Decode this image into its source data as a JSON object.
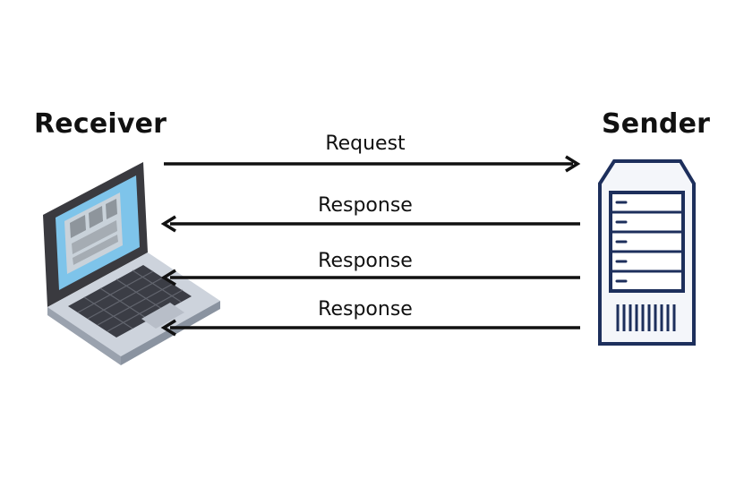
{
  "receiver": {
    "label": "Receiver",
    "icon": "laptop-icon"
  },
  "sender": {
    "label": "Sender",
    "icon": "server-icon"
  },
  "messages": [
    {
      "label": "Request",
      "direction": "to-sender"
    },
    {
      "label": "Response",
      "direction": "to-receiver"
    },
    {
      "label": "Response",
      "direction": "to-receiver"
    },
    {
      "label": "Response",
      "direction": "to-receiver"
    }
  ],
  "colors": {
    "text": "#111111",
    "server_outline": "#1d2f5c",
    "screen": "#7ec4ea"
  }
}
